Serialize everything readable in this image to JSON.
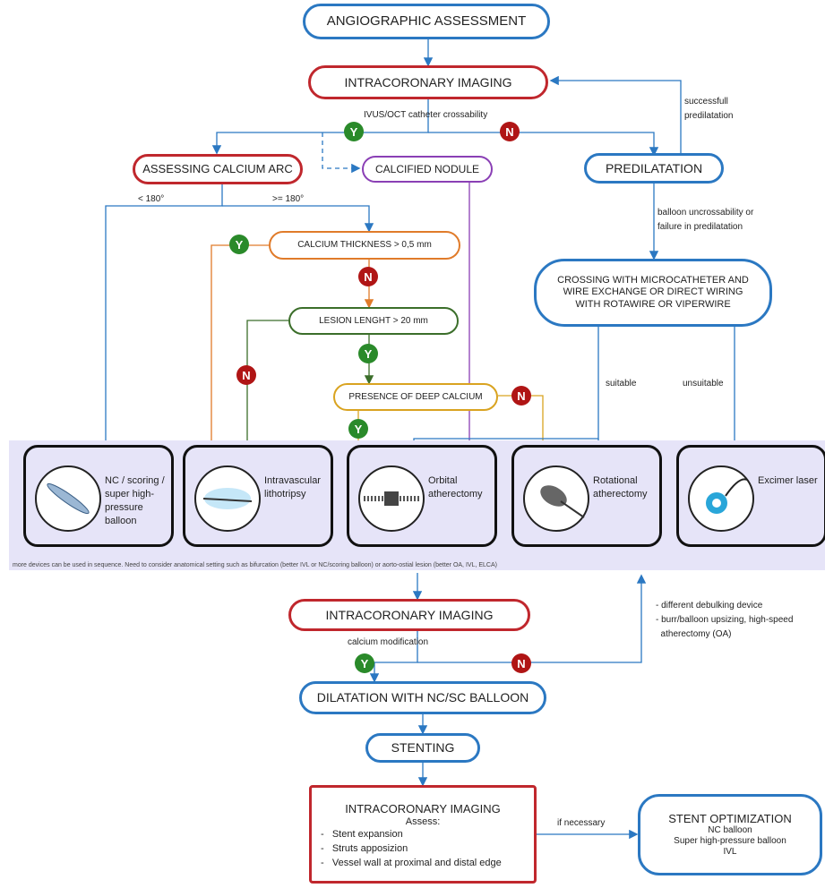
{
  "nodes": {
    "angio": "ANGIOGRAPHIC ASSESSMENT",
    "imaging1": "INTRACORONARY IMAGING",
    "calcium_arc": "ASSESSING CALCIUM ARC",
    "nodule": "CALCIFIED NODULE",
    "predilatation": "PREDILATATION",
    "thickness": "CALCIUM THICKNESS > 0,5 mm",
    "length": "LESION LENGHT > 20 mm",
    "deep": "PRESENCE OF DEEP CALCIUM",
    "crossing": "CROSSING WITH MICROCATHETER AND WIRE EXCHANGE OR DIRECT WIRING WITH ROTAWIRE OR VIPERWIRE",
    "imaging2": "INTRACORONARY IMAGING",
    "dilatation": "DILATATION WITH NC/SC BALLOON",
    "stenting": "STENTING",
    "imaging3_title": "INTRACORONARY IMAGING",
    "imaging3_sub": "Assess:",
    "imaging3_items": [
      "Stent expansion",
      "Struts apposizion",
      "Vessel wall at proximal and distal edge"
    ],
    "optim_title": "STENT OPTIMIZATION",
    "optim_items": [
      "NC balloon",
      "Super high-pressure balloon",
      "IVL"
    ]
  },
  "labels": {
    "crossability": "IVUS/OCT catheter crossability",
    "successful": "successfull",
    "predil2": "predilatation",
    "lt180": "< 180°",
    "ge180": ">= 180°",
    "uncross1": "balloon uncrossability or",
    "uncross2": "failure in predilatation",
    "suitable": "suitable",
    "unsuitable": "unsuitable",
    "footnote": "more devices can be used in sequence. Need to consider anatomical setting such as bifurcation (better IVL or NC/scoring balloon) or aorto-ostial lesion (better OA, IVL, ELCA)",
    "calc_mod": "calcium modification",
    "debulk1": "- different debulking device",
    "debulk2": "- burr/balloon upsizing, high-speed",
    "debulk3": "  atherectomy (OA)",
    "if_necessary": "if necessary",
    "yes": "Y",
    "no": "N"
  },
  "devices": [
    {
      "name": "NC / scoring / super high-pressure balloon"
    },
    {
      "name": "Intravascular lithotripsy"
    },
    {
      "name": "Orbital atherectomy"
    },
    {
      "name": "Rotational atherectomy"
    },
    {
      "name": "Excimer laser"
    }
  ],
  "colors": {
    "blue": "#2b78c2",
    "red": "#c0272d",
    "purple": "#8a3fb5",
    "orange": "#e07b2a",
    "green": "#3b6e2a",
    "gold": "#d9a320",
    "band": "#e6e4f8"
  }
}
